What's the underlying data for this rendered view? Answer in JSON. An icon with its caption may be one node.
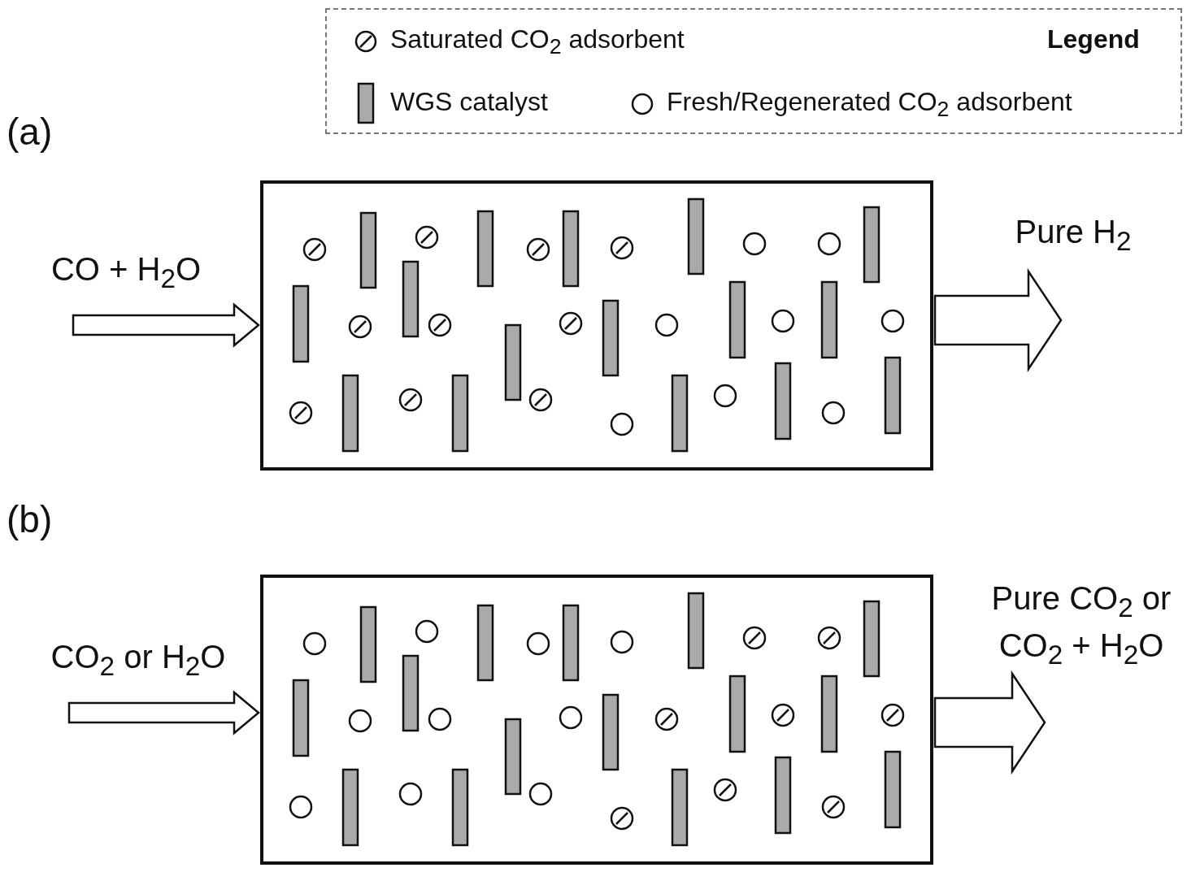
{
  "diagram": {
    "nodes": [
      {
        "text": [
          "CO + H$_{2}$O"
        ]
      },
      {
        "text": [],
        "shape": "box"
      },
      {
        "text": [
          "Pure H$_{2}$"
        ]
      },
      {
        "text": [
          "CO$_{2}$ or H$_{2}$O"
        ]
      },
      {
        "text": [],
        "shape": "box"
      },
      {
        "text": [
          "Pure CO$_{2}$ or CO$_{2}$ + H$_{2}$O"
        ]
      }
    ],
    "edges": [
      {
        "from": 0,
        "to": 1,
        "arrow": "to"
      },
      {
        "from": 1,
        "to": 2,
        "arrow": "to"
      },
      {
        "from": 3,
        "to": 4,
        "arrow": "to"
      },
      {
        "from": 4,
        "to": 5,
        "arrow": "to"
      }
    ],
    "labels": [
      "Legend",
      "(a)",
      "(b)"
    ],
    "legend": [
      {
        "text": "Saturated CO$_{2}$ adsorbent"
      },
      {
        "text": "WGS catalyst"
      },
      {
        "text": "Fresh/Regenerated CO$_{2}$ adsorbent"
      }
    ]
  }
}
